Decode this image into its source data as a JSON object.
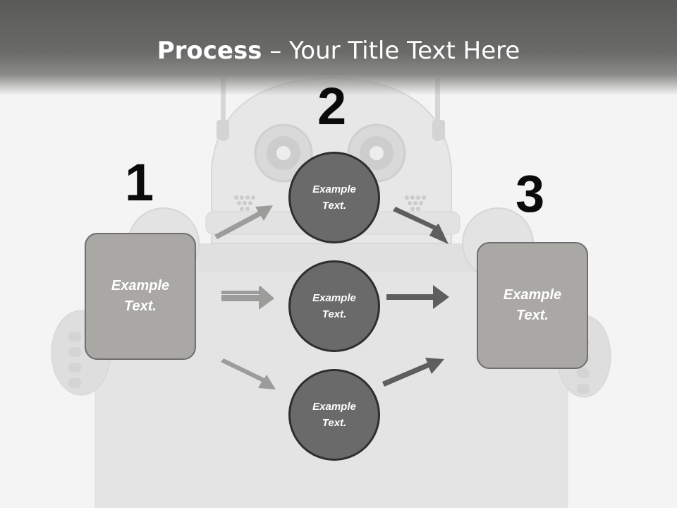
{
  "slide": {
    "title_bold": "Process",
    "title_rest": " – Your Title Text Here"
  },
  "steps": {
    "step1_number": "1",
    "step2_number": "2",
    "step3_number": "3"
  },
  "boxes": {
    "left_text": "Example\nText.",
    "right_text": "Example\nText."
  },
  "circles": [
    {
      "text": "Example\nText."
    },
    {
      "text": "Example\nText."
    },
    {
      "text": "Example\nText."
    }
  ],
  "colors": {
    "header": "#5a5a58",
    "box_fill": "#a9a8a5",
    "circle_fill": "#6a6a6a",
    "arrow_light": "#9c9c9a",
    "arrow_dark": "#5e5e5e",
    "number": "#0a0a0a"
  }
}
